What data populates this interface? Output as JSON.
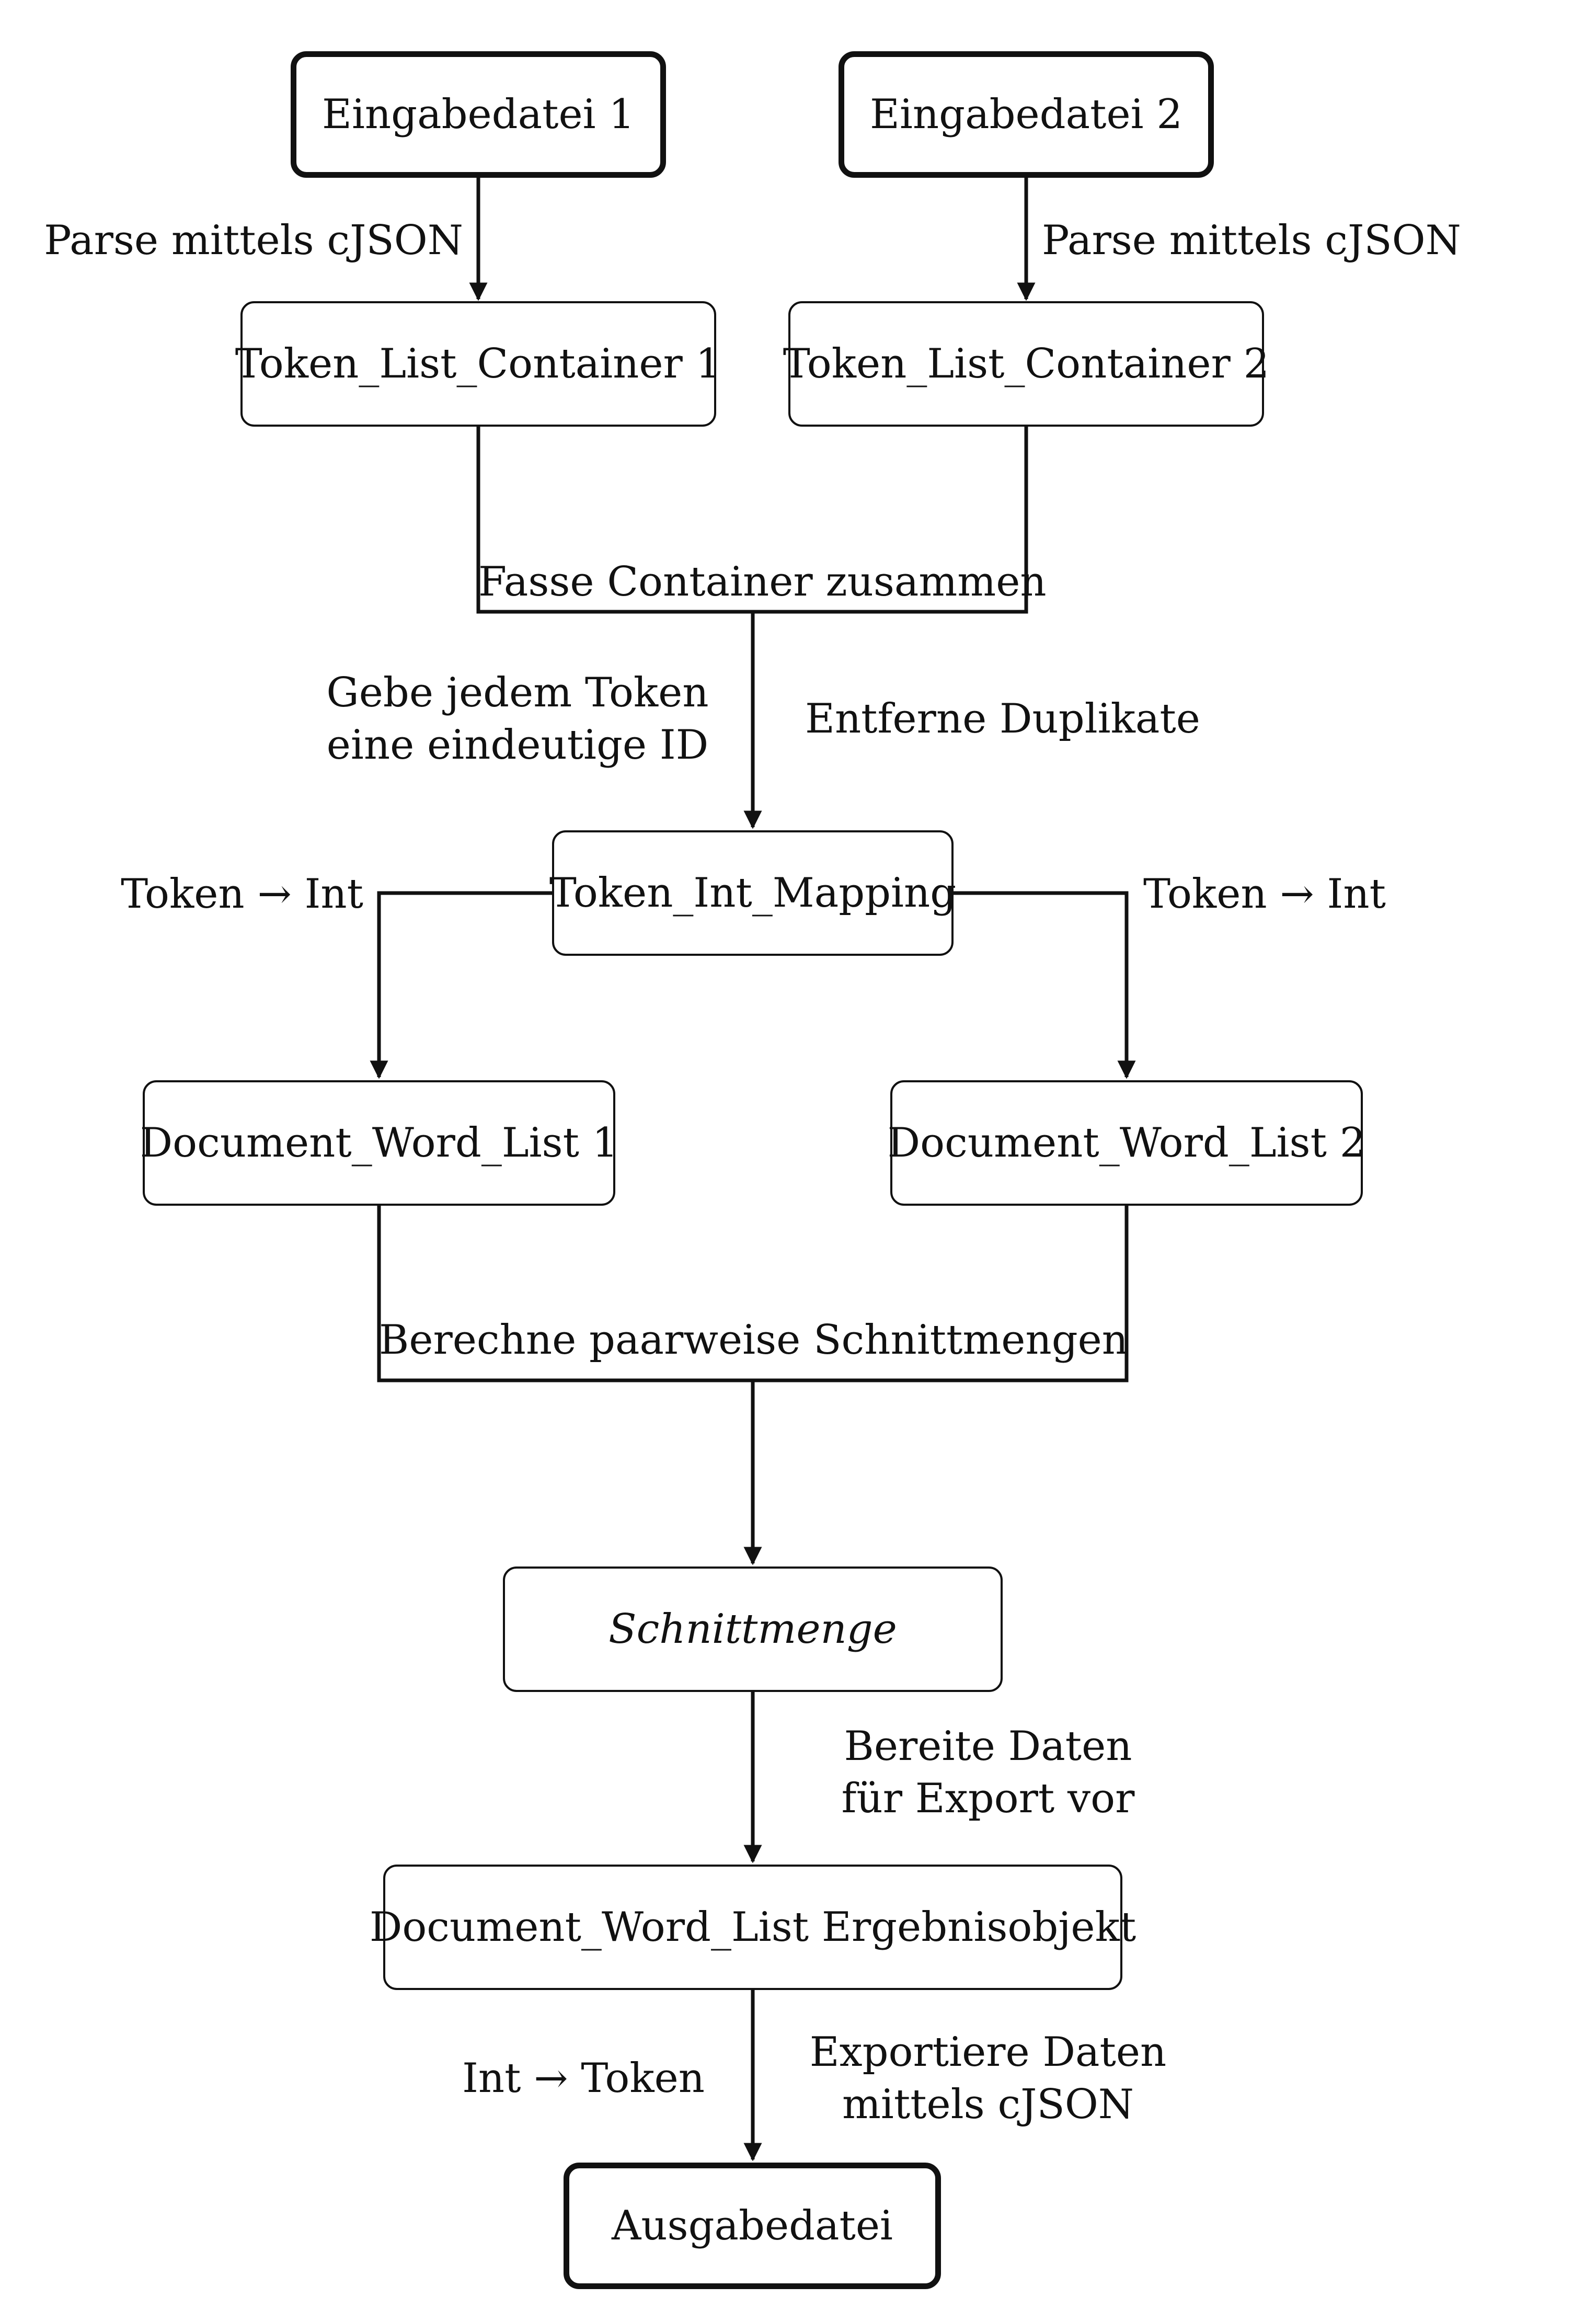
{
  "nodes": {
    "input1": "Eingabedatei 1",
    "input2": "Eingabedatei 2",
    "tlc1": "Token_List_Container 1",
    "tlc2": "Token_List_Container 2",
    "mapping": "Token_Int_Mapping",
    "dwl1": "Document_Word_List 1",
    "dwl2": "Document_Word_List 2",
    "intersection": "Schnittmenge",
    "result": "Document_Word_List Ergebnisobjekt",
    "output": "Ausgabedatei"
  },
  "labels": {
    "parse1": "Parse mittels cJSON",
    "parse2": "Parse mittels cJSON",
    "merge": "Fasse Container zusammen",
    "assign_id_1": "Gebe jedem Token",
    "assign_id_2": "eine eindeutige ID",
    "dedupe": "Entferne Duplikate",
    "tok2int_left": "Token → Int",
    "tok2int_right": "Token → Int",
    "compute": "Berechne paarweise Schnittmengen",
    "prepare_1": "Bereite Daten",
    "prepare_2": "für Export vor",
    "int2tok": "Int → Token",
    "export_1": "Exportiere Daten",
    "export_2": "mittels cJSON"
  }
}
